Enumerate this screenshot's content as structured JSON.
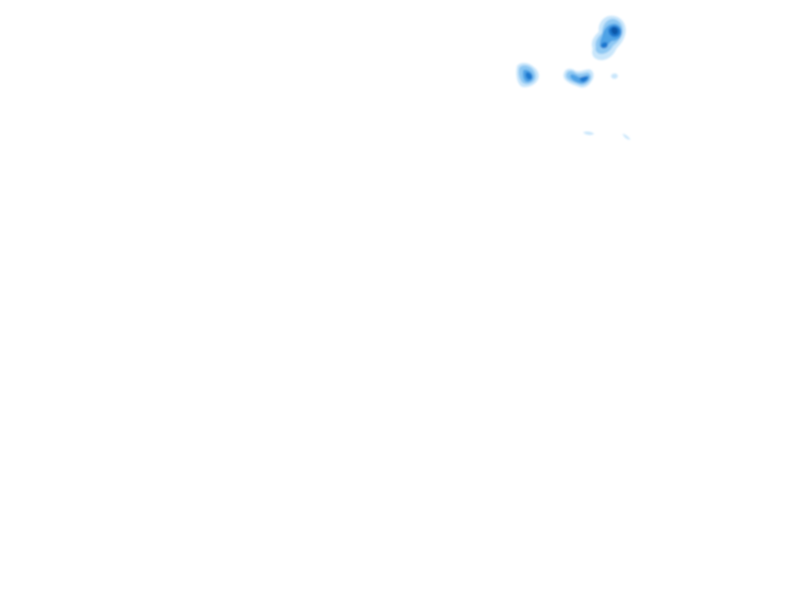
{
  "map": {
    "type": "precipitation-radar-overlay",
    "background_color": "#ffffff",
    "colors": {
      "light": "#c9e6fb",
      "moderate": "#8ec8f3",
      "medium": "#4fa3e6",
      "heavy": "#1f78cf",
      "intense": "#0f57a8"
    },
    "cells": [
      {
        "name": "radar-cell-north",
        "intensity": "intense"
      },
      {
        "name": "radar-cell-west",
        "intensity": "heavy"
      },
      {
        "name": "radar-cell-central",
        "intensity": "heavy"
      },
      {
        "name": "radar-cell-trace-1",
        "intensity": "light"
      },
      {
        "name": "radar-cell-trace-2",
        "intensity": "light"
      },
      {
        "name": "radar-cell-trace-3",
        "intensity": "light"
      }
    ]
  }
}
